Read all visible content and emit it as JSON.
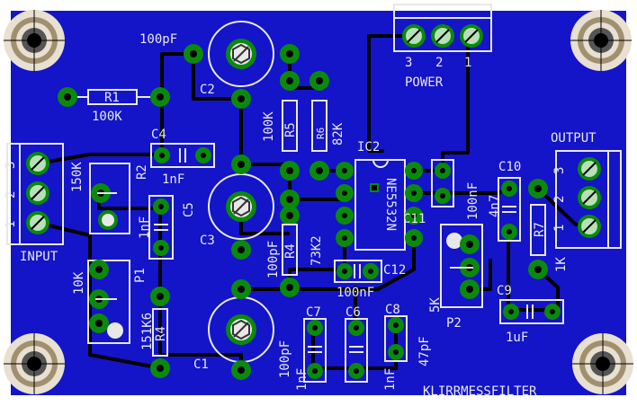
{
  "colors": {
    "board": "#1414c8",
    "copper": "#0a8a0a",
    "silk": "#e8e8e8",
    "track": "#000000",
    "background": "#ffffff"
  },
  "title": "KLIRRMESSFILTER",
  "connectors": {
    "power": {
      "label": "POWER",
      "pins": [
        "3",
        "2",
        "1"
      ]
    },
    "input": {
      "label": "INPUT",
      "pins": [
        "3",
        "2",
        "1"
      ]
    },
    "output": {
      "label": "OUTPUT",
      "pins": [
        "3",
        "2",
        "1"
      ]
    }
  },
  "components": {
    "r1": {
      "name": "R1",
      "value": "100K"
    },
    "r2": {
      "name": "R2",
      "value": "150K"
    },
    "r4": {
      "name": "R4",
      "value": "151K6"
    },
    "r5": {
      "name": "R5",
      "value": "100K"
    },
    "r6": {
      "name": "R6",
      "value": "82K"
    },
    "r7": {
      "name": "R7",
      "value": "1K"
    },
    "rx": {
      "name": "R4",
      "value": "73K2"
    },
    "c1": {
      "name": "C1",
      "value": "100pF"
    },
    "c2": {
      "name": "C2",
      "value": "100pF"
    },
    "c3": {
      "name": "C3",
      "value": "100pF"
    },
    "c4": {
      "name": "C4",
      "value": "1nF"
    },
    "c5": {
      "name": "C5",
      "value": "1nF"
    },
    "c6": {
      "name": "C6",
      "value": "1nF"
    },
    "c7": {
      "name": "C7",
      "value": "1nF"
    },
    "c8": {
      "name": "C8",
      "value": "47pF"
    },
    "c9": {
      "name": "C9",
      "value": "1uF"
    },
    "c10": {
      "name": "C10",
      "value": "4n7"
    },
    "c11": {
      "name": "C11",
      "value": "100nF"
    },
    "c12": {
      "name": "C12",
      "value": "100nF"
    },
    "ic2": {
      "name": "IC2",
      "value": "NE5532N"
    },
    "p1": {
      "name": "P1",
      "value": "10K"
    },
    "p2": {
      "name": "P2",
      "value": "5K"
    }
  }
}
